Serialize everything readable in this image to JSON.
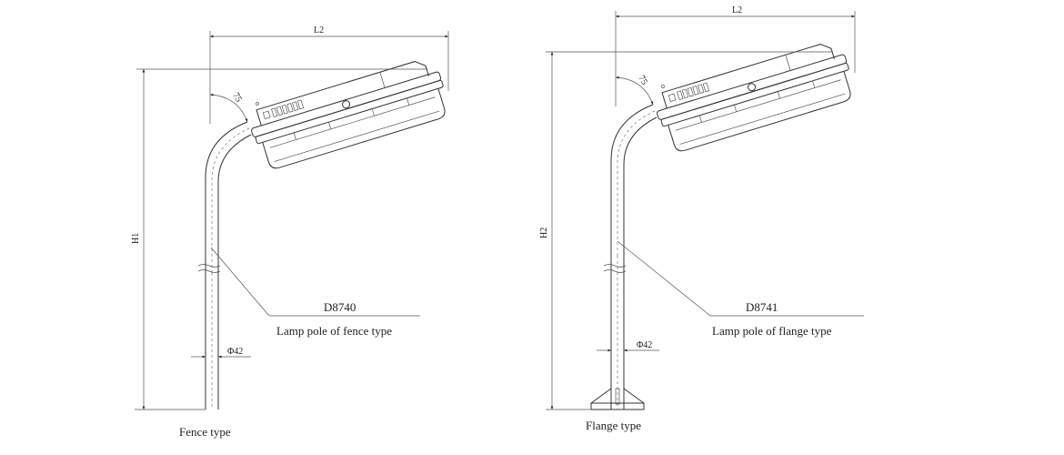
{
  "figures": [
    {
      "model": "D8740",
      "description": "Lamp pole of fence type",
      "caption": "Fence type",
      "height_label": "H1",
      "length_label": "L2",
      "angle_label": "75",
      "angle_unit": "°",
      "diameter_label": "Φ42"
    },
    {
      "model": "D8741",
      "description": "Lamp pole of flange type",
      "caption": "Flange type",
      "height_label": "H2",
      "length_label": "L2",
      "angle_label": "75",
      "angle_unit": "°",
      "diameter_label": "Φ42"
    }
  ]
}
